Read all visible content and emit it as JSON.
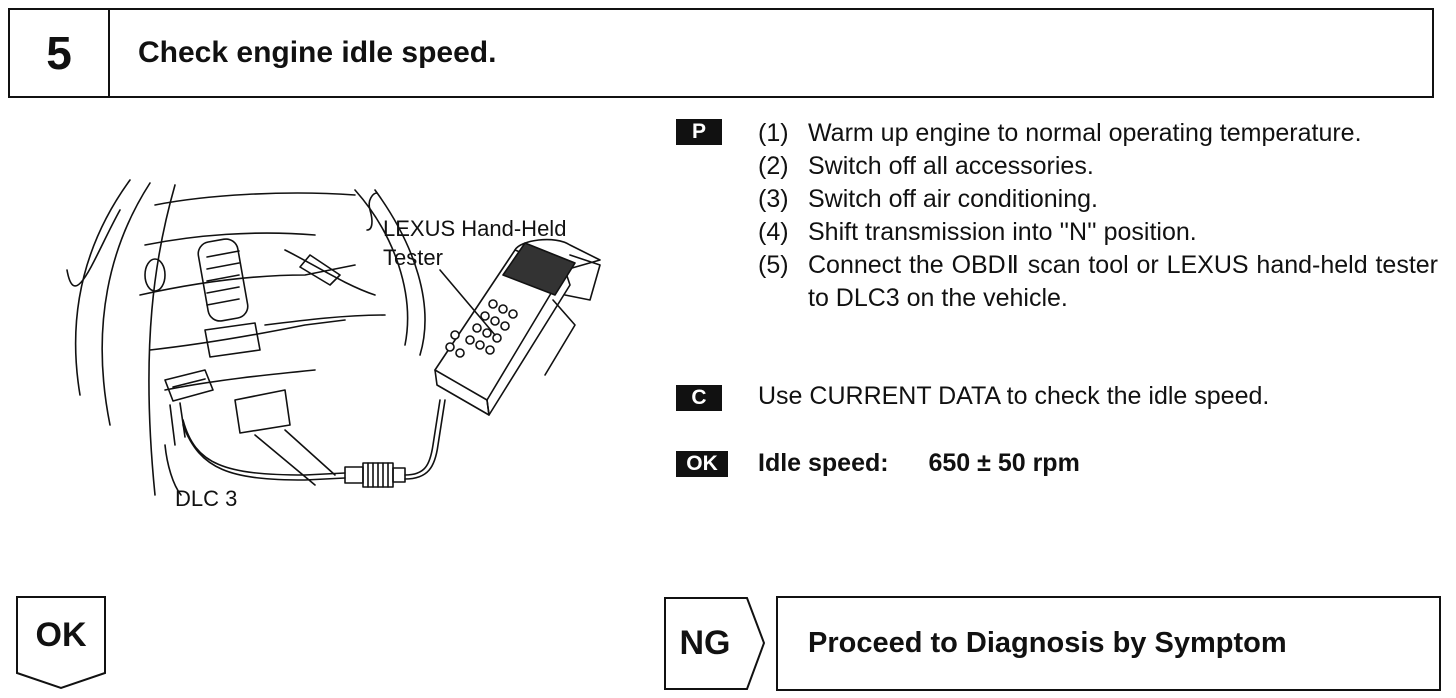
{
  "step": {
    "number": "5",
    "title": "Check engine idle speed."
  },
  "illustration": {
    "tester_label_line1": "LEXUS Hand-Held",
    "tester_label_line2": "Tester",
    "dlc_label": "DLC 3"
  },
  "tags": {
    "prep": "P",
    "check": "C",
    "ok": "OK"
  },
  "procedure": [
    {
      "num": "(1)",
      "text": "Warm up engine to normal operating temperature."
    },
    {
      "num": "(2)",
      "text": "Switch off all accessories."
    },
    {
      "num": "(3)",
      "text": "Switch off air conditioning."
    },
    {
      "num": "(4)",
      "text": "Shift transmission into ''N'' position."
    },
    {
      "num": "(5)",
      "text": "Connect the OBDⅡ scan tool or LEXUS hand-held tester to DLC3 on the vehicle."
    }
  ],
  "check": {
    "text": "Use CURRENT DATA to check the idle speed."
  },
  "spec": {
    "label": "Idle speed:",
    "value": "650 ± 50 rpm"
  },
  "results": {
    "ok_label": "OK",
    "ng_label": "NG",
    "ng_action": "Proceed to Diagnosis by Symptom"
  }
}
